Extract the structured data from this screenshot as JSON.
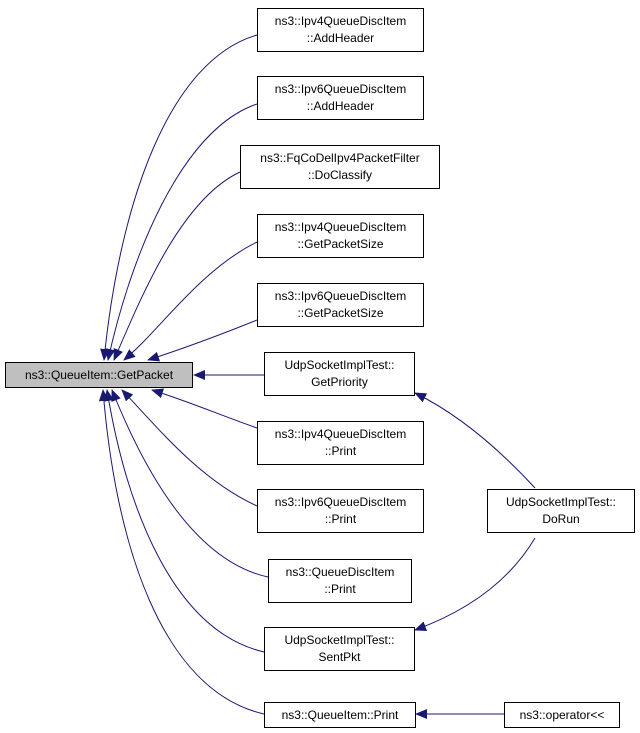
{
  "colors": {
    "edge": "#191970",
    "root_fill": "#bfbfbf",
    "node_fill": "#ffffff",
    "border": "#000000"
  },
  "root": {
    "line1": "ns3::QueueItem::GetPacket"
  },
  "callers": [
    {
      "id": "ipv4-adddheader",
      "line1": "ns3::Ipv4QueueDiscItem",
      "line2": "::AddHeader"
    },
    {
      "id": "ipv6-addheader",
      "line1": "ns3::Ipv6QueueDiscItem",
      "line2": "::AddHeader"
    },
    {
      "id": "fqcodel-doclassify",
      "line1": "ns3::FqCoDelIpv4PacketFilter",
      "line2": "::DoClassify"
    },
    {
      "id": "ipv4-getpacketsize",
      "line1": "ns3::Ipv4QueueDiscItem",
      "line2": "::GetPacketSize"
    },
    {
      "id": "ipv6-getpacketsize",
      "line1": "ns3::Ipv6QueueDiscItem",
      "line2": "::GetPacketSize"
    },
    {
      "id": "udp-getpriority",
      "line1": "UdpSocketImplTest::",
      "line2": "GetPriority"
    },
    {
      "id": "ipv4-print",
      "line1": "ns3::Ipv4QueueDiscItem",
      "line2": "::Print"
    },
    {
      "id": "ipv6-print",
      "line1": "ns3::Ipv6QueueDiscItem",
      "line2": "::Print"
    },
    {
      "id": "queuediscitem-print",
      "line1": "ns3::QueueDiscItem",
      "line2": "::Print"
    },
    {
      "id": "udp-sentpkt",
      "line1": "UdpSocketImplTest::",
      "line2": "SentPkt"
    },
    {
      "id": "queueitem-print",
      "line1": "ns3::QueueItem::Print",
      "line2": ""
    }
  ],
  "second_level": [
    {
      "id": "udp-dorun",
      "line1": "UdpSocketImplTest::",
      "line2": "DoRun"
    },
    {
      "id": "operator-shift",
      "line1": "ns3::operator<<",
      "line2": ""
    }
  ]
}
